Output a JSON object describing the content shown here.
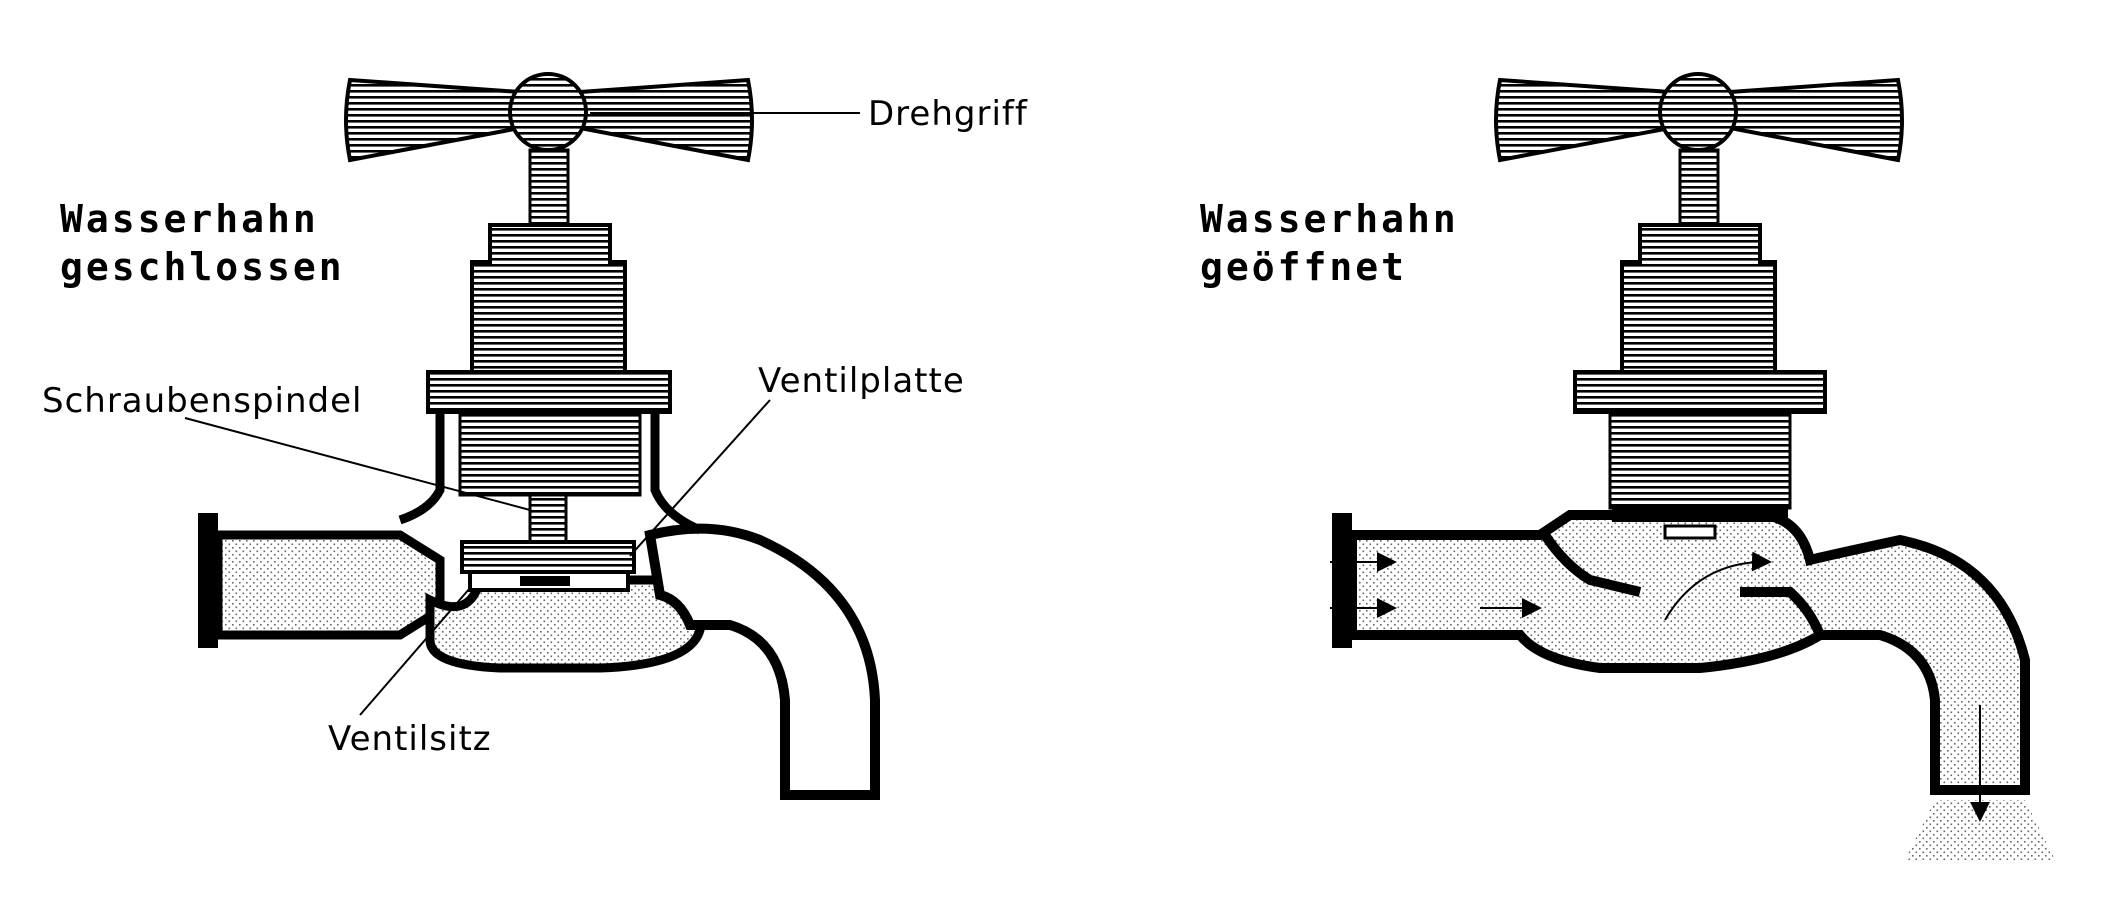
{
  "colors": {
    "ink": "#000000",
    "paper": "#ffffff",
    "water_dot": "#7a7a7a"
  },
  "closed_tap": {
    "title_line1": "Wasserhahn",
    "title_line2": "geschlossen",
    "labels": {
      "handle": "Drehgriff",
      "spindle": "Schraubenspindel",
      "valve_plate": "Ventilplatte",
      "valve_seat": "Ventilsitz"
    }
  },
  "open_tap": {
    "title_line1": "Wasserhahn",
    "title_line2": "geöffnet"
  }
}
